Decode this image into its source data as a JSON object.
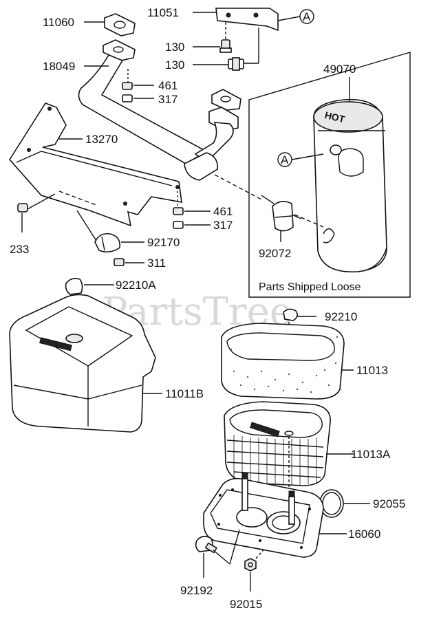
{
  "watermark": "PartsTree",
  "note": "Parts Shipped Loose",
  "callout_letter": "A",
  "hot_text": "HOT",
  "labels": {
    "p11060": "11060",
    "p11051": "11051",
    "p130a": "130",
    "p130b": "130",
    "p18049": "18049",
    "p461a": "461",
    "p317a": "317",
    "p13270": "13270",
    "p49070": "49070",
    "p461b": "461",
    "p317b": "317",
    "p233": "233",
    "p92170": "92170",
    "p311": "311",
    "p92072": "92072",
    "p92210A": "92210A",
    "p92210": "92210",
    "p11013": "11013",
    "p11011B": "11011B",
    "p11013A": "11013A",
    "p92055": "92055",
    "p16060": "16060",
    "p92192": "92192",
    "p92015": "92015"
  }
}
